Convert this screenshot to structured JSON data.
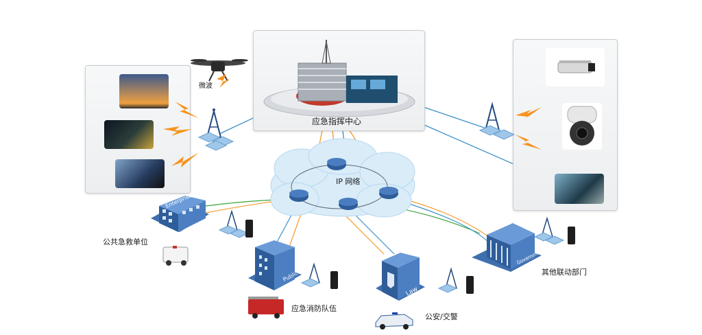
{
  "diagram": {
    "center_label": "应急指挥中心",
    "network_label": "IP 网络",
    "drone_label": "微波",
    "nodes": [
      {
        "key": "public_rescue",
        "label": "公共急救单位",
        "building_text": "Enterprise"
      },
      {
        "key": "fire",
        "label": "应急消防队伍",
        "building_text": "Public"
      },
      {
        "key": "police",
        "label": "公安/交警",
        "building_text": "Law"
      },
      {
        "key": "other",
        "label": "其他联动部门",
        "building_text": "Government"
      }
    ]
  },
  "colors": {
    "link_blue": "#3a8fc8",
    "link_orange": "#f39a2a",
    "link_green": "#3aa53a",
    "cloud": "#d9ecf8",
    "building_blue": "#2f5d9a",
    "lightning": "#f7931e",
    "panel_border": "#c9cdd2"
  }
}
